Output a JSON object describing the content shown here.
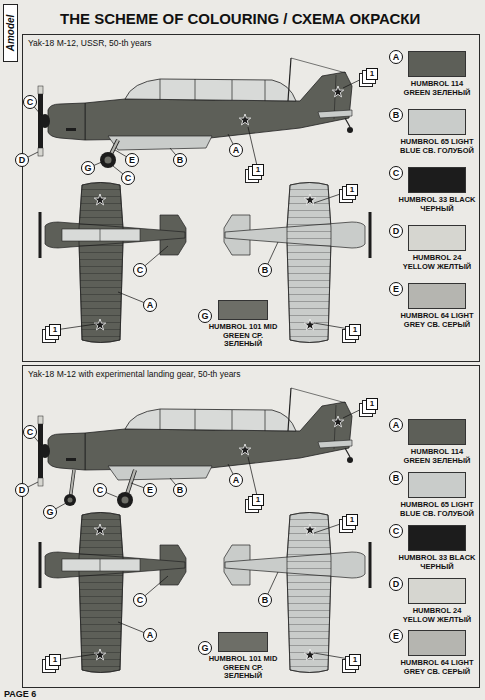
{
  "diagram": {
    "title": "THE SCHEME OF COLOURING / СХЕМА ОКРАСКИ",
    "nodes": [
      {
        "text": [
          "Yak-18 M-12, USSR, 50-th years"
        ]
      },
      {
        "text": [
          "C"
        ],
        "in": 0
      },
      {
        "text": [
          "1"
        ],
        "in": 0
      },
      {
        "text": [
          "A"
        ],
        "in": 0
      },
      {
        "text": [
          "D"
        ],
        "in": 0
      },
      {
        "text": [
          "E"
        ],
        "in": 0
      },
      {
        "text": [
          "B"
        ],
        "in": 0
      },
      {
        "text": [
          "A"
        ],
        "in": 0
      },
      {
        "text": [
          "1"
        ],
        "in": 0
      },
      {
        "text": [
          "B"
        ],
        "in": 0
      },
      {
        "text": [
          "G"
        ],
        "in": 0
      },
      {
        "text": [
          "C"
        ],
        "in": 0
      },
      {
        "text": [
          "C"
        ],
        "in": 0
      },
      {
        "text": [
          "1"
        ],
        "in": 0
      },
      {
        "text": [
          "D"
        ],
        "in": 0
      },
      {
        "text": [
          "C"
        ],
        "in": 0
      },
      {
        "text": [
          "B"
        ],
        "in": 0
      },
      {
        "text": [
          "E"
        ],
        "in": 0
      },
      {
        "text": [
          "A"
        ],
        "in": 0
      },
      {
        "text": [
          "G"
        ],
        "in": 0
      },
      {
        "text": [
          "1"
        ],
        "in": 0
      },
      {
        "text": [
          "1"
        ],
        "in": 0
      },
      {
        "text": [
          "Yak-18 M-12 with experimental landing gear, 50-th years"
        ]
      },
      {
        "text": [
          "C"
        ],
        "in": 22
      },
      {
        "text": [
          "1"
        ],
        "in": 22
      },
      {
        "text": [
          "A"
        ],
        "in": 22
      },
      {
        "text": [
          "D"
        ],
        "in": 22
      },
      {
        "text": [
          "E"
        ],
        "in": 22
      },
      {
        "text": [
          "B"
        ],
        "in": 22
      },
      {
        "text": [
          "A"
        ],
        "in": 22
      },
      {
        "text": [
          "1"
        ],
        "in": 22
      },
      {
        "text": [
          "B"
        ],
        "in": 22
      },
      {
        "text": [
          "G"
        ],
        "in": 22
      },
      {
        "text": [
          "C"
        ],
        "in": 22
      },
      {
        "text": [
          "C"
        ],
        "in": 22
      },
      {
        "text": [
          "1"
        ],
        "in": 22
      },
      {
        "text": [
          "D"
        ],
        "in": 22
      },
      {
        "text": [
          "C"
        ],
        "in": 22
      },
      {
        "text": [
          "B"
        ],
        "in": 22
      },
      {
        "text": [
          "E"
        ],
        "in": 22
      },
      {
        "text": [
          "A"
        ],
        "in": 22
      },
      {
        "text": [
          "G"
        ],
        "in": 22
      },
      {
        "text": [
          "1"
        ],
        "in": 22
      },
      {
        "text": [
          "1"
        ],
        "in": 22
      }
    ],
    "labels": [
      "Amodel",
      "PAGE 6"
    ],
    "legend": [
      {
        "text": "HUMBROL 114 GREEN ЗЕЛЕНЫЙ",
        "color": "#5d5f58"
      },
      {
        "text": "HUMBROL 65 LIGHT BLUE СВ. ГОЛУБОЙ",
        "color": "#c9ccca"
      },
      {
        "text": "HUMBROL 33 BLACK ЧЕРНЫЙ",
        "color": "#1c1c1c"
      },
      {
        "text": "HUMBROL 24 YELLOW ЖЕЛТЫЙ",
        "color": "#d6d6d0"
      },
      {
        "text": "HUMBROL 64 LIGHT GREY СВ. СЕРЫЙ",
        "color": "#b5b5b0"
      },
      {
        "text": "HUMBROL 101 MID GREEN СР. ЗЕЛЕНЫЙ",
        "color": "#6d6e67"
      },
      {
        "text": "HUMBROL 114 GREEN ЗЕЛЕНЫЙ",
        "color": "#5d5f58"
      },
      {
        "text": "HUMBROL 65 LIGHT BLUE СВ. ГОЛУБОЙ",
        "color": "#c9ccca"
      },
      {
        "text": "HUMBROL 33 BLACK ЧЕРНЫЙ",
        "color": "#1c1c1c"
      },
      {
        "text": "HUMBROL 24 YELLOW ЖЕЛТЫЙ",
        "color": "#d6d6d0"
      },
      {
        "text": "HUMBROL 64 LIGHT GREY СВ. СЕРЫЙ",
        "color": "#b5b5b0"
      },
      {
        "text": "HUMBROL 101 MID GREEN СР. ЗЕЛЕНЫЙ",
        "color": "#6d6e67"
      }
    ]
  }
}
